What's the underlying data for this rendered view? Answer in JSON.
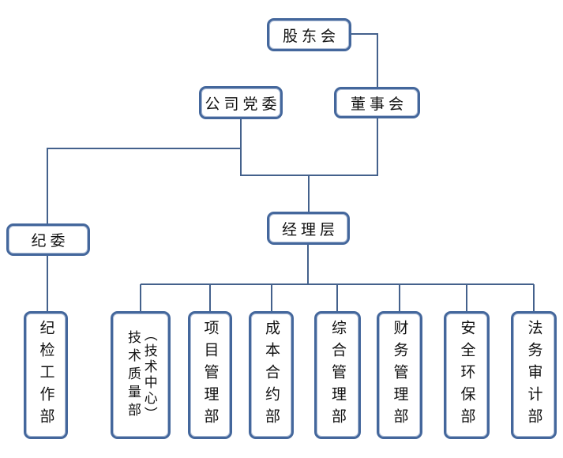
{
  "diagram": {
    "type": "org-chart",
    "colors": {
      "box_border": "#44679C",
      "connector_line": "#44618C",
      "box_fill": "#FFFFFF",
      "text": "#111111",
      "background": "#FFFFFF"
    },
    "nodes": {
      "shareholders": {
        "label": "股东会"
      },
      "party_committee": {
        "label": "公司党委"
      },
      "board": {
        "label": "董事会"
      },
      "discipline_committee": {
        "label": "纪委"
      },
      "management": {
        "label": "经理层"
      }
    },
    "departments": [
      {
        "label": "纪检工作部"
      },
      {
        "label": "技术质量部",
        "sublabel": "（技术中心）"
      },
      {
        "label": "项目管理部"
      },
      {
        "label": "成本合约部"
      },
      {
        "label": "综合管理部"
      },
      {
        "label": "财务管理部"
      },
      {
        "label": "安全环保部"
      },
      {
        "label": "法务审计部"
      }
    ]
  }
}
